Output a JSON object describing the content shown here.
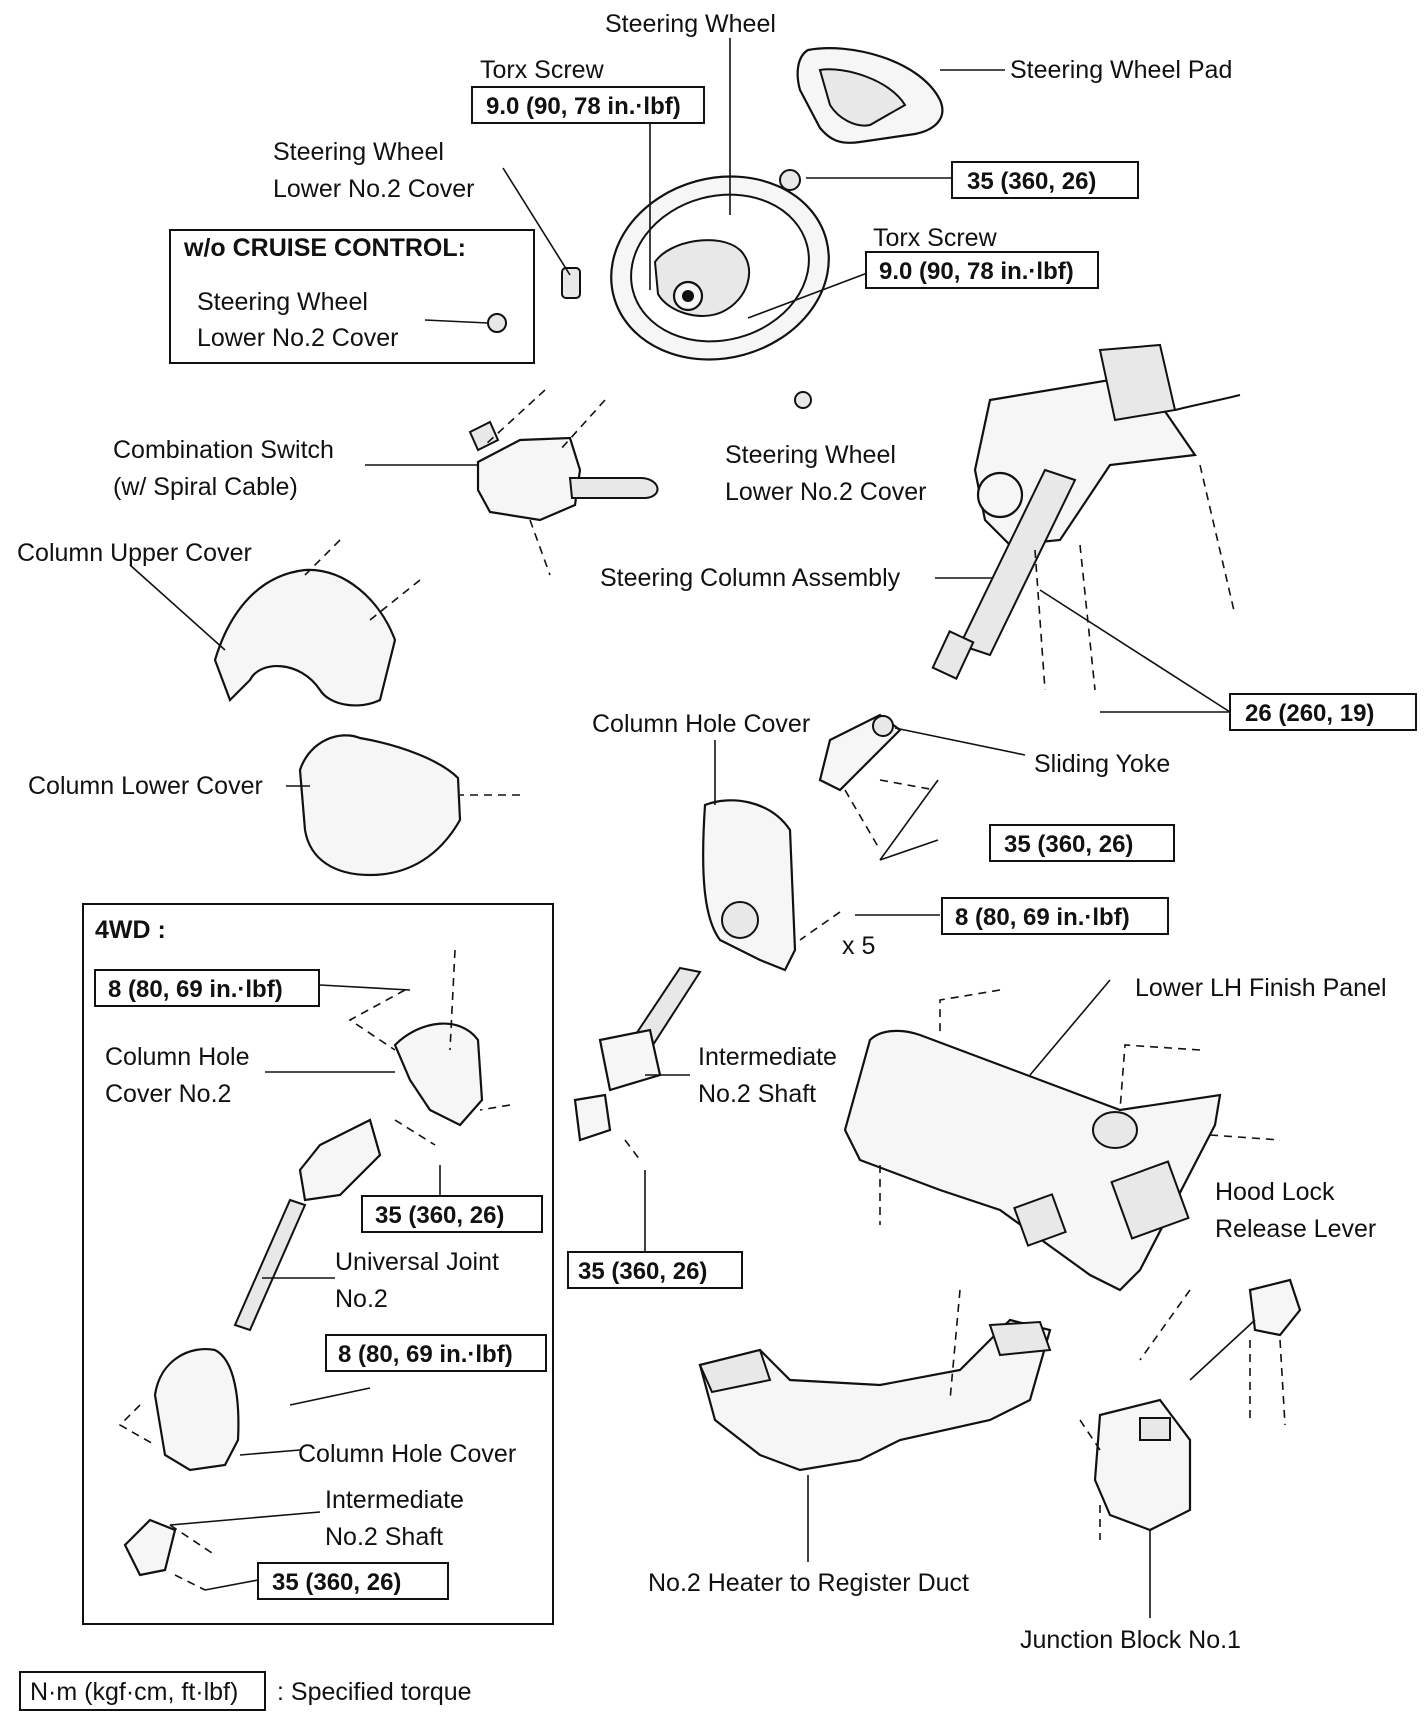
{
  "labels": {
    "steering_wheel": "Steering Wheel",
    "steering_wheel_pad": "Steering Wheel Pad",
    "torx_screw_left": "Torx Screw",
    "torx_screw_right": "Torx Screw",
    "sw_lower_cover_1": [
      "Steering Wheel",
      "Lower No.2 Cover"
    ],
    "sw_lower_cover_2": [
      "Steering Wheel",
      "Lower No.2 Cover"
    ],
    "sw_lower_cover_3": [
      "Steering Wheel",
      "Lower No.2 Cover"
    ],
    "wo_cruise_control": "w/o CRUISE CONTROL:",
    "combination_switch": [
      "Combination Switch",
      "(w/ Spiral Cable)"
    ],
    "column_upper_cover": "Column Upper Cover",
    "steering_column_assembly": "Steering Column Assembly",
    "column_hole_cover": "Column Hole Cover",
    "sliding_yoke": "Sliding Yoke",
    "column_lower_cover": "Column Lower Cover",
    "fourwd": "4WD :",
    "x5": "x 5",
    "lower_lh_finish_panel": "Lower LH Finish Panel",
    "column_hole_cover_no2": [
      "Column Hole",
      "Cover No.2"
    ],
    "intermediate_no2_shaft": [
      "Intermediate",
      "No.2 Shaft"
    ],
    "hood_lock_release_lever": [
      "Hood Lock",
      "Release Lever"
    ],
    "universal_joint_no2": [
      "Universal Joint",
      "No.2"
    ],
    "column_hole_cover_4wd": "Column Hole Cover",
    "intermediate_no2_shaft_4wd": [
      "Intermediate",
      "No.2 Shaft"
    ],
    "no2_heater_duct": "No.2 Heater to Register Duct",
    "junction_block": "Junction Block No.1"
  },
  "torques": {
    "torx_left": "9.0 (90, 78 in.·lbf)",
    "pad_nut": "35 (360, 26)",
    "torx_right": "9.0 (90, 78 in.·lbf)",
    "column_bolts": "26 (260, 19)",
    "sliding_yoke": "35 (360, 26)",
    "hole_cover": "8 (80, 69 in.·lbf)",
    "fourwd_top": "8 (80, 69 in.·lbf)",
    "fourwd_uj": "35 (360, 26)",
    "intermediate": "35 (360, 26)",
    "fourwd_hole_cover": "8 (80, 69 in.·lbf)",
    "fourwd_bottom": "35 (360, 26)"
  },
  "legend": {
    "unit": "N·m (kgf·cm, ft·lbf)",
    "description": ": Specified torque"
  }
}
